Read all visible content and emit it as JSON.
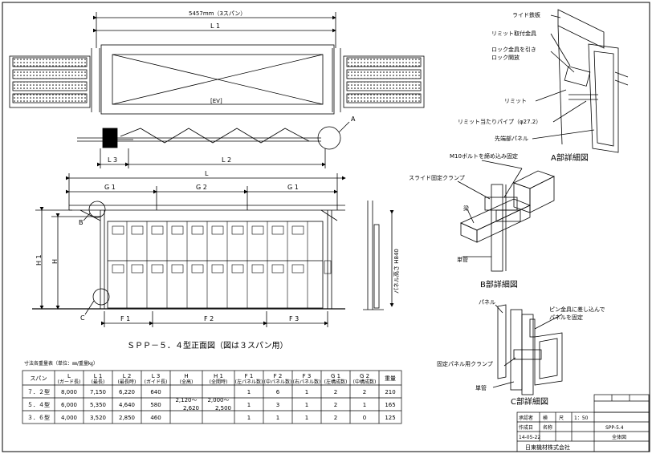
{
  "plan": {
    "total_dim": "5457mm（3スパン）",
    "dim_l1": "L 1",
    "dim_l2": "L 2",
    "dim_l3": "L 3",
    "ev_label": "[EV]",
    "callout_a": "A"
  },
  "front": {
    "dim_l": "L",
    "dim_g1_left": "G 1",
    "dim_g2": "G 2",
    "dim_g1_right": "G 1",
    "dim_h1": "H 1",
    "dim_h": "H",
    "dim_f1": "F 1",
    "dim_f2": "F 2",
    "dim_f3": "F 3",
    "callout_b": "B",
    "callout_c": "C",
    "panel_height": "パネル高さ H840",
    "caption": "ＳＰＰ－５．４型正面図（図は３スパン用）"
  },
  "detail_a": {
    "title": "A部詳細図",
    "labels": [
      "ライド鉄板",
      "リミット取付金具",
      "ロック金具を引き",
      "ロック開放",
      "リミット",
      "リミット当たりパイプ（φ27.2）",
      "先端部パネル"
    ]
  },
  "detail_b": {
    "title": "B部詳細図",
    "labels": [
      "M10ボルトを締め込み固定",
      "スライド固定クランプ",
      "梁",
      "単管"
    ]
  },
  "detail_c": {
    "title": "C部詳細図",
    "labels": [
      "パネル",
      "ピン金具に差し込んで",
      "パネルを固定",
      "固定パネル用クランプ",
      "単管"
    ]
  },
  "table": {
    "title": "寸法各重量表（単位：㎜/重量㎏）",
    "headers": [
      [
        "スパン",
        ""
      ],
      [
        "L",
        "(ガード長)"
      ],
      [
        "L 1",
        "(最長)"
      ],
      [
        "L 2",
        "(最長時)"
      ],
      [
        "L 3",
        "(ガイド長)"
      ],
      [
        "H",
        "(全高)"
      ],
      [
        "H 1",
        "(全開時)"
      ],
      [
        "F 1",
        "(左パネル数)"
      ],
      [
        "F 2",
        "(中パネル数)"
      ],
      [
        "F 3",
        "(右パネル数)"
      ],
      [
        "G 1",
        "(左構成数)"
      ],
      [
        "G 2",
        "(中構成数)"
      ],
      [
        "重量",
        ""
      ]
    ],
    "rows": [
      [
        "７．２型",
        "8,000",
        "7,150",
        "6,220",
        "640",
        "1",
        "6",
        "1",
        "2",
        "2",
        "210"
      ],
      [
        "５．４型",
        "6,000",
        "5,350",
        "4,640",
        "580",
        "1",
        "3",
        "1",
        "2",
        "1",
        "165"
      ],
      [
        "３．６型",
        "4,000",
        "3,520",
        "2,850",
        "460",
        "1",
        "1",
        "1",
        "2",
        "0",
        "125"
      ]
    ],
    "h_merged": [
      "2,120～",
      "2,620"
    ],
    "h1_merged": [
      "2,000～",
      "2,500"
    ]
  },
  "title_block": {
    "row1": [
      "承認者",
      "検",
      "尺",
      "1：50"
    ],
    "row2": [
      "作成日",
      "名称",
      "SPP-5.4"
    ],
    "date": "14-05-22",
    "drawing_kind": "全体図",
    "company": "日東機材株式会社"
  }
}
